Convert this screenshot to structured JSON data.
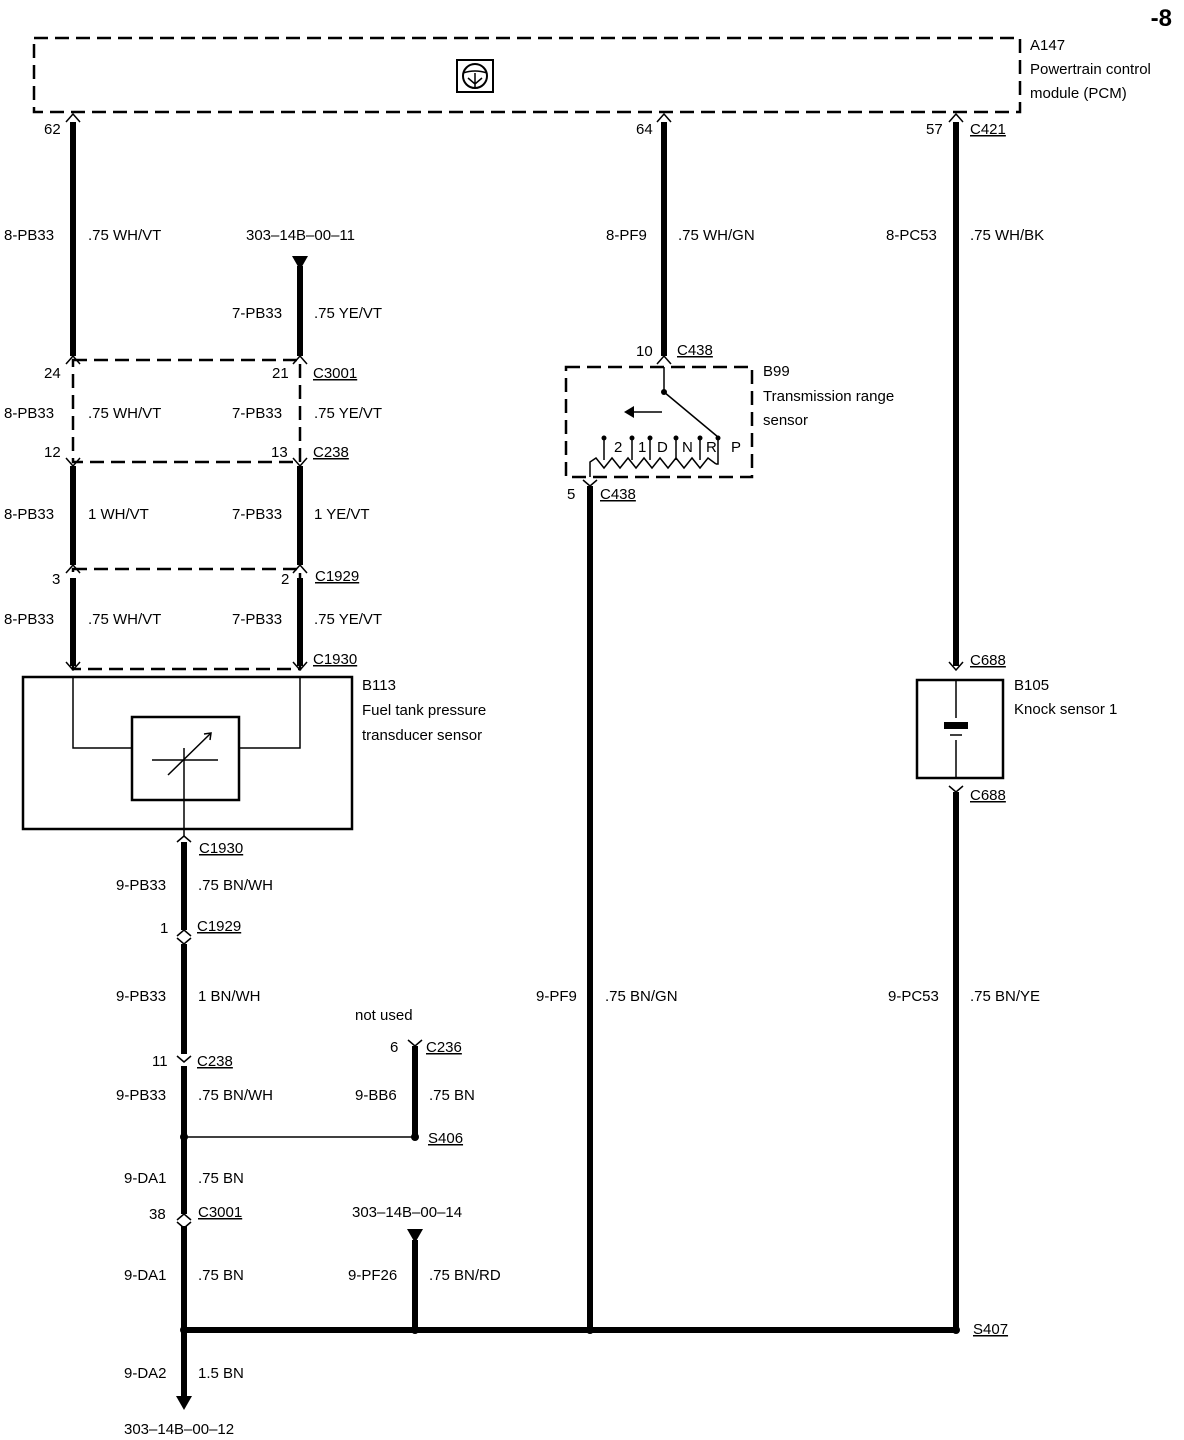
{
  "page": {
    "number": "-8"
  },
  "modules": {
    "pcm": {
      "id": "A147",
      "name_line1": "Powertrain control",
      "name_line2": "module (PCM)"
    },
    "trs": {
      "id": "B99",
      "name_line1": "Transmission range",
      "name_line2": "sensor",
      "positions": [
        "2",
        "1",
        "D",
        "N",
        "R",
        "P"
      ]
    },
    "ftp": {
      "id": "B113",
      "name_line1": "Fuel tank pressure",
      "name_line2": "transducer sensor"
    },
    "ks": {
      "id": "B105",
      "name": "Knock sensor 1"
    }
  },
  "pins": {
    "p62": "62",
    "p64": "64",
    "p57": "57",
    "p24": "24",
    "p21": "21",
    "p12": "12",
    "p13": "13",
    "p3": "3",
    "p2": "2",
    "p10": "10",
    "p5": "5",
    "p1": "1",
    "p11": "11",
    "p6": "6",
    "p38": "38"
  },
  "connectors": {
    "c421": "C421",
    "c3001a": "C3001",
    "c238a": "C238",
    "c1929a": "C1929",
    "c1930a": "C1930",
    "c438a": "C438",
    "c438b": "C438",
    "c688a": "C688",
    "c688b": "C688",
    "c1930b": "C1930",
    "c1929b": "C1929",
    "c238b": "C238",
    "c236": "C236",
    "c3001b": "C3001"
  },
  "splices": {
    "s406": "S406",
    "s407": "S407"
  },
  "references": {
    "r11": "303–14B–00–11",
    "r14": "303–14B–00–14",
    "r12": "303–14B–00–12"
  },
  "notes": {
    "not_used": "not used"
  },
  "wires": {
    "w1_code": "8-PB33",
    "w1_spec": ".75 WH/VT",
    "w2_code": "7-PB33",
    "w2_spec": ".75 YE/VT",
    "w3_code": "8-PB33",
    "w3_spec": ".75 WH/VT",
    "w4_code": "7-PB33",
    "w4_spec": ".75 YE/VT",
    "w5_code": "8-PB33",
    "w5_spec": "1 WH/VT",
    "w6_code": "7-PB33",
    "w6_spec": "1 YE/VT",
    "w7_code": "8-PB33",
    "w7_spec": ".75 WH/VT",
    "w8_code": "7-PB33",
    "w8_spec": ".75 YE/VT",
    "w9_code": "8-PF9",
    "w9_spec": ".75 WH/GN",
    "w10_code": "8-PC53",
    "w10_spec": ".75 WH/BK",
    "w11_code": "9-PB33",
    "w11_spec": ".75 BN/WH",
    "w12_code": "9-PB33",
    "w12_spec": "1 BN/WH",
    "w13_code": "9-PB33",
    "w13_spec": ".75 BN/WH",
    "w14_code": "9-BB6",
    "w14_spec": ".75 BN",
    "w15_code": "9-DA1",
    "w15_spec": ".75 BN",
    "w16_code": "9-DA1",
    "w16_spec": ".75 BN",
    "w17_code": "9-PF26",
    "w17_spec": ".75 BN/RD",
    "w18_code": "9-DA2",
    "w18_spec": "1.5 BN",
    "w19_code": "9-PF9",
    "w19_spec": ".75 BN/GN",
    "w20_code": "9-PC53",
    "w20_spec": ".75 BN/YE"
  }
}
